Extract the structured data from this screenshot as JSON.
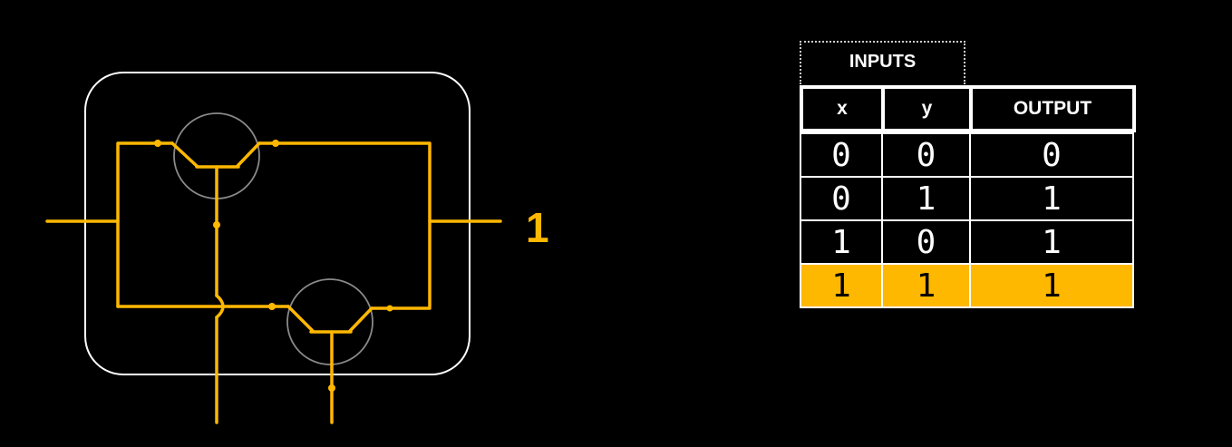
{
  "colors": {
    "background": "#000000",
    "wire": "#FFB800",
    "frame": "#ffffff",
    "transistor_ring": "#888888",
    "highlight": "#FFB800"
  },
  "circuit": {
    "output_value": "1"
  },
  "truth_table": {
    "inputs_label": "INPUTS",
    "headers": [
      "x",
      "y",
      "OUTPUT"
    ],
    "rows": [
      [
        "0",
        "0",
        "0"
      ],
      [
        "0",
        "1",
        "1"
      ],
      [
        "1",
        "0",
        "1"
      ],
      [
        "1",
        "1",
        "1"
      ]
    ],
    "highlighted_row": 4
  }
}
